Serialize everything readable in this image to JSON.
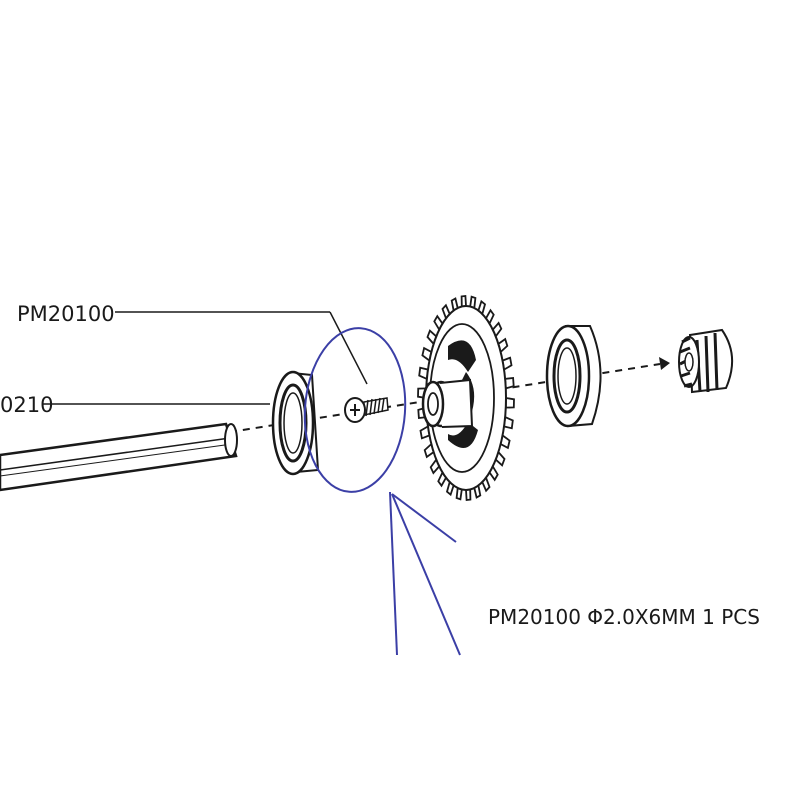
{
  "callouts": {
    "part_top": "PM20100",
    "part_left": "0210"
  },
  "spec_note": "PM20100  Φ2.0X6MM  1 PCS",
  "colors": {
    "line": "#1a1a1a",
    "annotation": "#3b3fa6"
  }
}
